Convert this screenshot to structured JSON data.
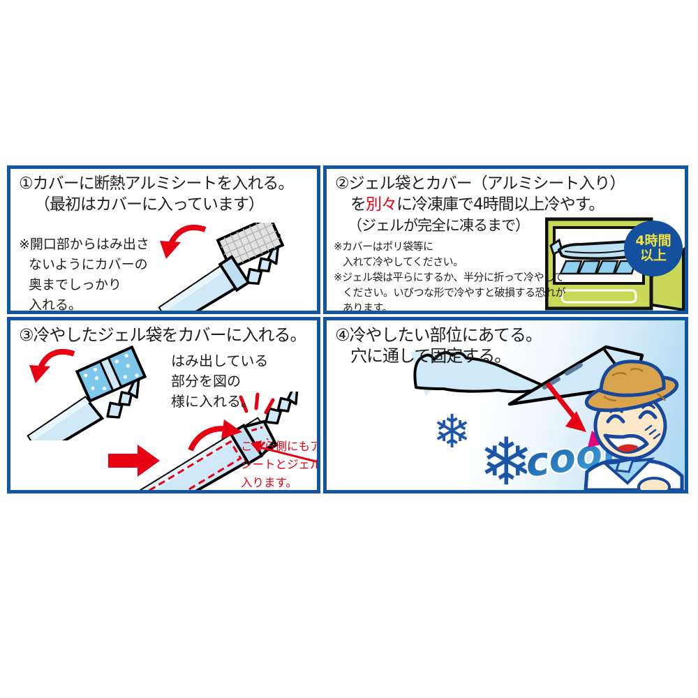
{
  "colors": {
    "panel_border": "#1156a3",
    "accent_red": "#e60012",
    "cover_blue": "#cfe9f8",
    "gel_blue": "#7ec8ee",
    "freezer_green": "#c9d957",
    "badge_blue": "#15509f",
    "badge_text_yellow": "#f3e43b",
    "snow_blue": "#1d55a8",
    "sparkle_pink": "#e5007e",
    "skin": "#fde9c7",
    "hat_straw": "#d9a44c",
    "outline_blue": "#17489c"
  },
  "icons": {
    "snowflake": "❄"
  },
  "panels": {
    "p1": {
      "title1": "①カバーに断熱アルミシートを入れる。",
      "title2": "（最初はカバーに入っています）",
      "note": [
        "※開口部からはみ出さ",
        "ないようにカバーの",
        "奥までしっかり",
        "入れる。"
      ]
    },
    "p2": {
      "title1": "②ジェル袋とカバー（アルミシート入り）",
      "t2a": "を",
      "t2b": "別々",
      "t2c": "に冷凍庫で4時間以上冷やす。",
      "title3": "（ジェルが完全に凍るまで）",
      "note1": [
        "※カバーはポリ袋等に",
        "入れて冷やしてください。"
      ],
      "note2": [
        "※ジェル袋は平らにするか、半分に折って冷やして",
        "ください。いびつな形で冷やすと破損する恐れが",
        "あります。"
      ],
      "badge_line1": "4時間",
      "badge_line2": "以上"
    },
    "p3": {
      "title": "③冷やしたジェル袋をカバーに入れる。",
      "caption": [
        "はみ出している",
        "部分を図の",
        "様に入れる。"
      ],
      "red_note": [
        "こちら側にもアルミ",
        "シートとジェル袋が",
        "入ります。"
      ]
    },
    "p4": {
      "title1": "④冷やしたい部位にあてる。",
      "title2": "穴に通して固定する。",
      "cool": "cool"
    }
  }
}
